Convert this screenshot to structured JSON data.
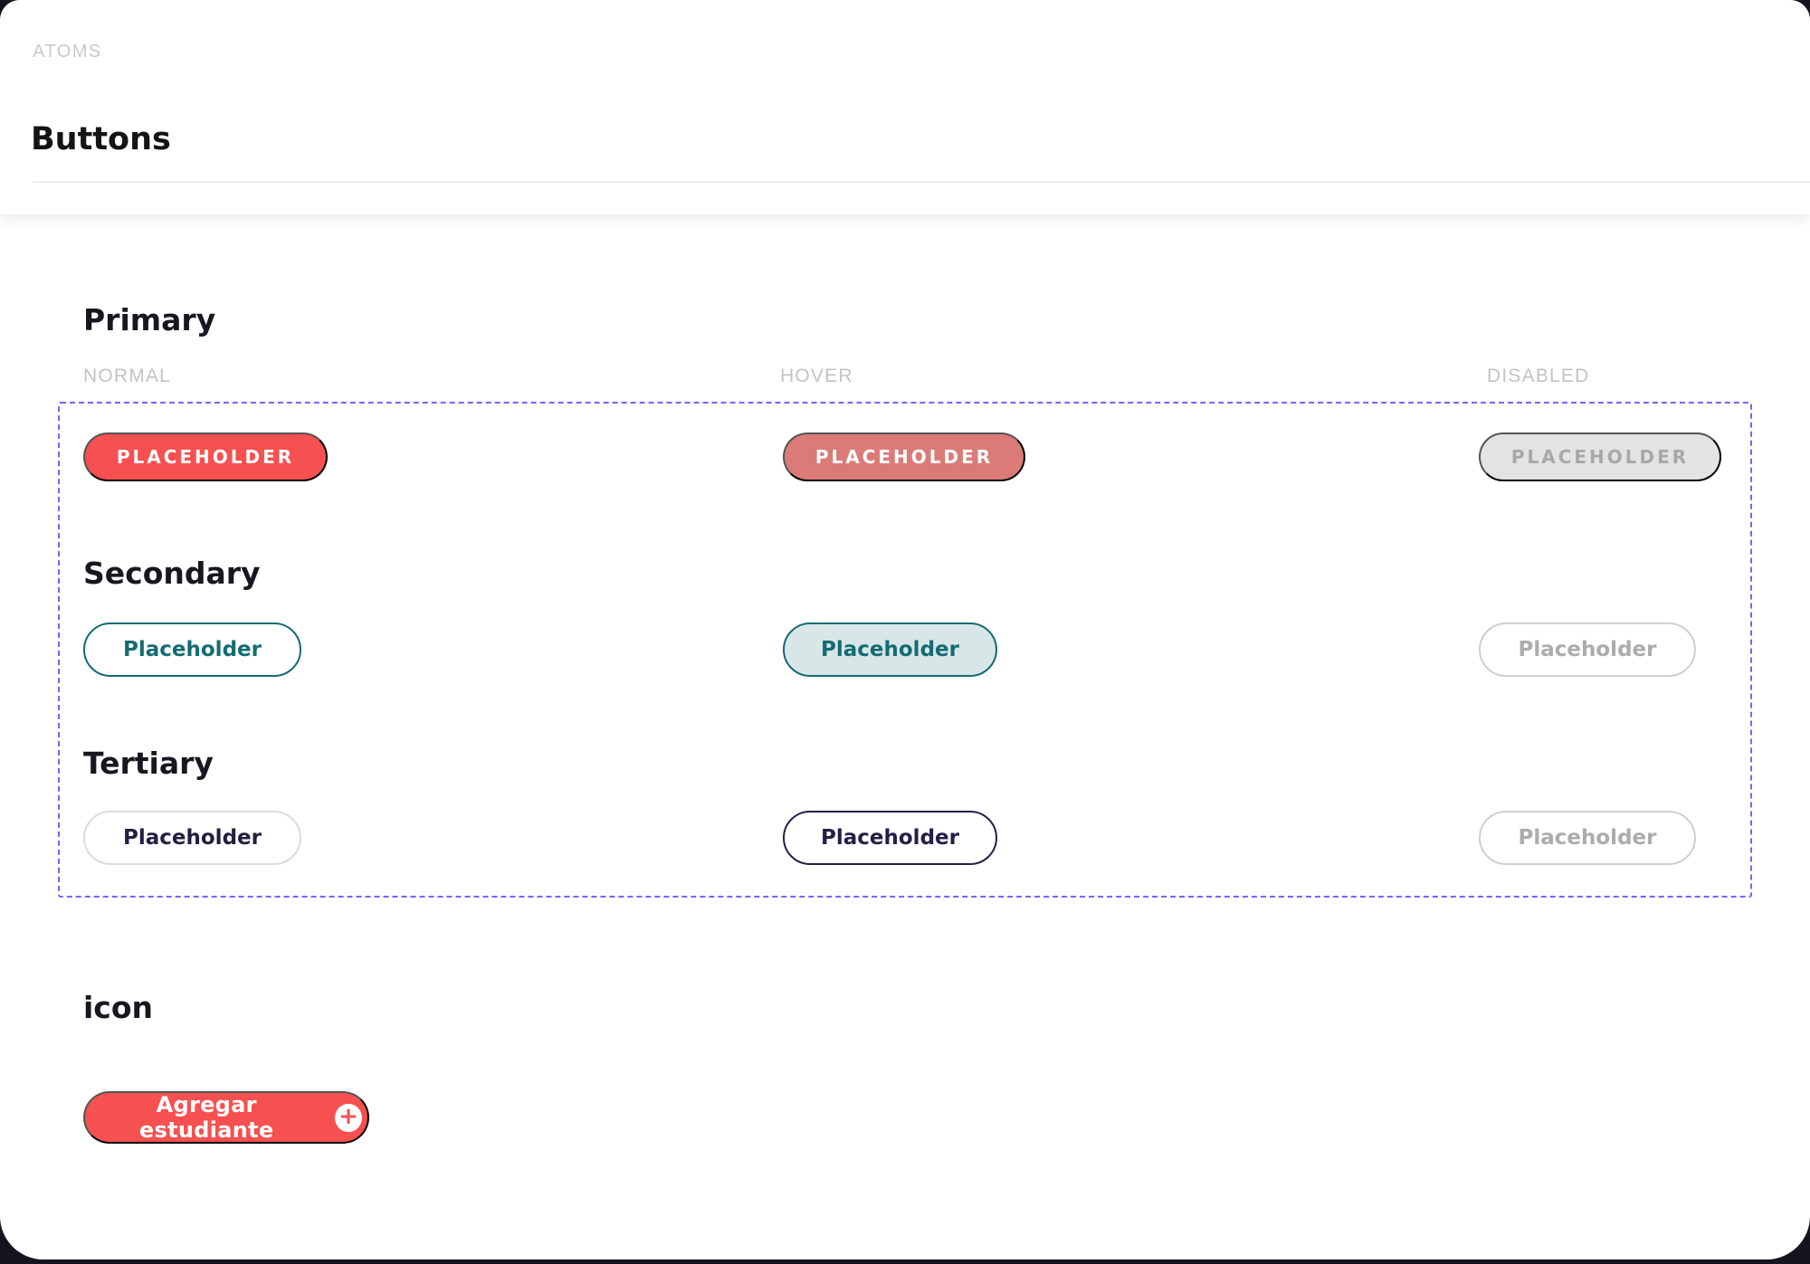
{
  "header": {
    "category": "ATOMS",
    "title": "Buttons"
  },
  "grid": {
    "state_labels": [
      "NORMAL",
      "HOVER",
      "DISABLED"
    ],
    "primary": {
      "heading": "Primary",
      "normal": "PLACEHOLDER",
      "hover": "PLACEHOLDER",
      "disabled": "PLACEHOLDER"
    },
    "secondary": {
      "heading": "Secondary",
      "normal": "Placeholder",
      "hover": "Placeholder",
      "disabled": "Placeholder"
    },
    "tertiary": {
      "heading": "Tertiary",
      "normal": "Placeholder",
      "hover": "Placeholder",
      "disabled": "Placeholder"
    }
  },
  "icon_section": {
    "heading": "icon",
    "button_label": "Agregar estudiante",
    "button_icon": "plus-circle-icon",
    "icon_glyph": "+"
  },
  "colors": {
    "primary_red": "#f75050",
    "primary_hover_red": "#db7b78",
    "disabled_bg": "#e3e3e3",
    "disabled_text": "#a8a8a8",
    "teal": "#156b72",
    "teal_hover_bg": "#d8e6e7",
    "navy": "#232048",
    "outline_gray": "#cfcfcf",
    "frame_purple": "#7b61ff",
    "label_gray": "#c3c3c3",
    "backdrop": "#14141f"
  }
}
